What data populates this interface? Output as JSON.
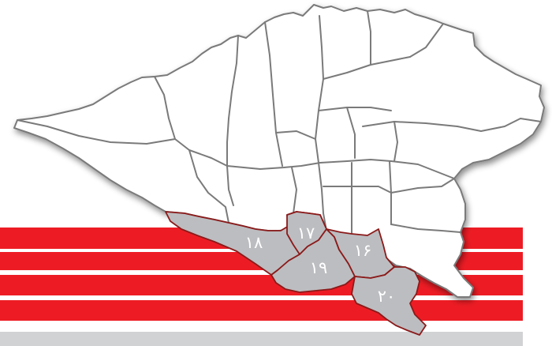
{
  "map": {
    "colors": {
      "stripe": "#ed1c24",
      "bottom_band": "#d1d2d4",
      "city_fill": "#ffffff",
      "city_border": "#7a7a7a",
      "highlight_fill": "#bcbdc0",
      "highlight_border": "#8b1a1a",
      "label_text": "#ffffff"
    },
    "highlighted_districts": [
      {
        "id": "16",
        "label": "۱۶"
      },
      {
        "id": "17",
        "label": "۱۷"
      },
      {
        "id": "18",
        "label": "۱۸"
      },
      {
        "id": "19",
        "label": "۱۹"
      },
      {
        "id": "20",
        "label": "۲۰"
      }
    ]
  }
}
